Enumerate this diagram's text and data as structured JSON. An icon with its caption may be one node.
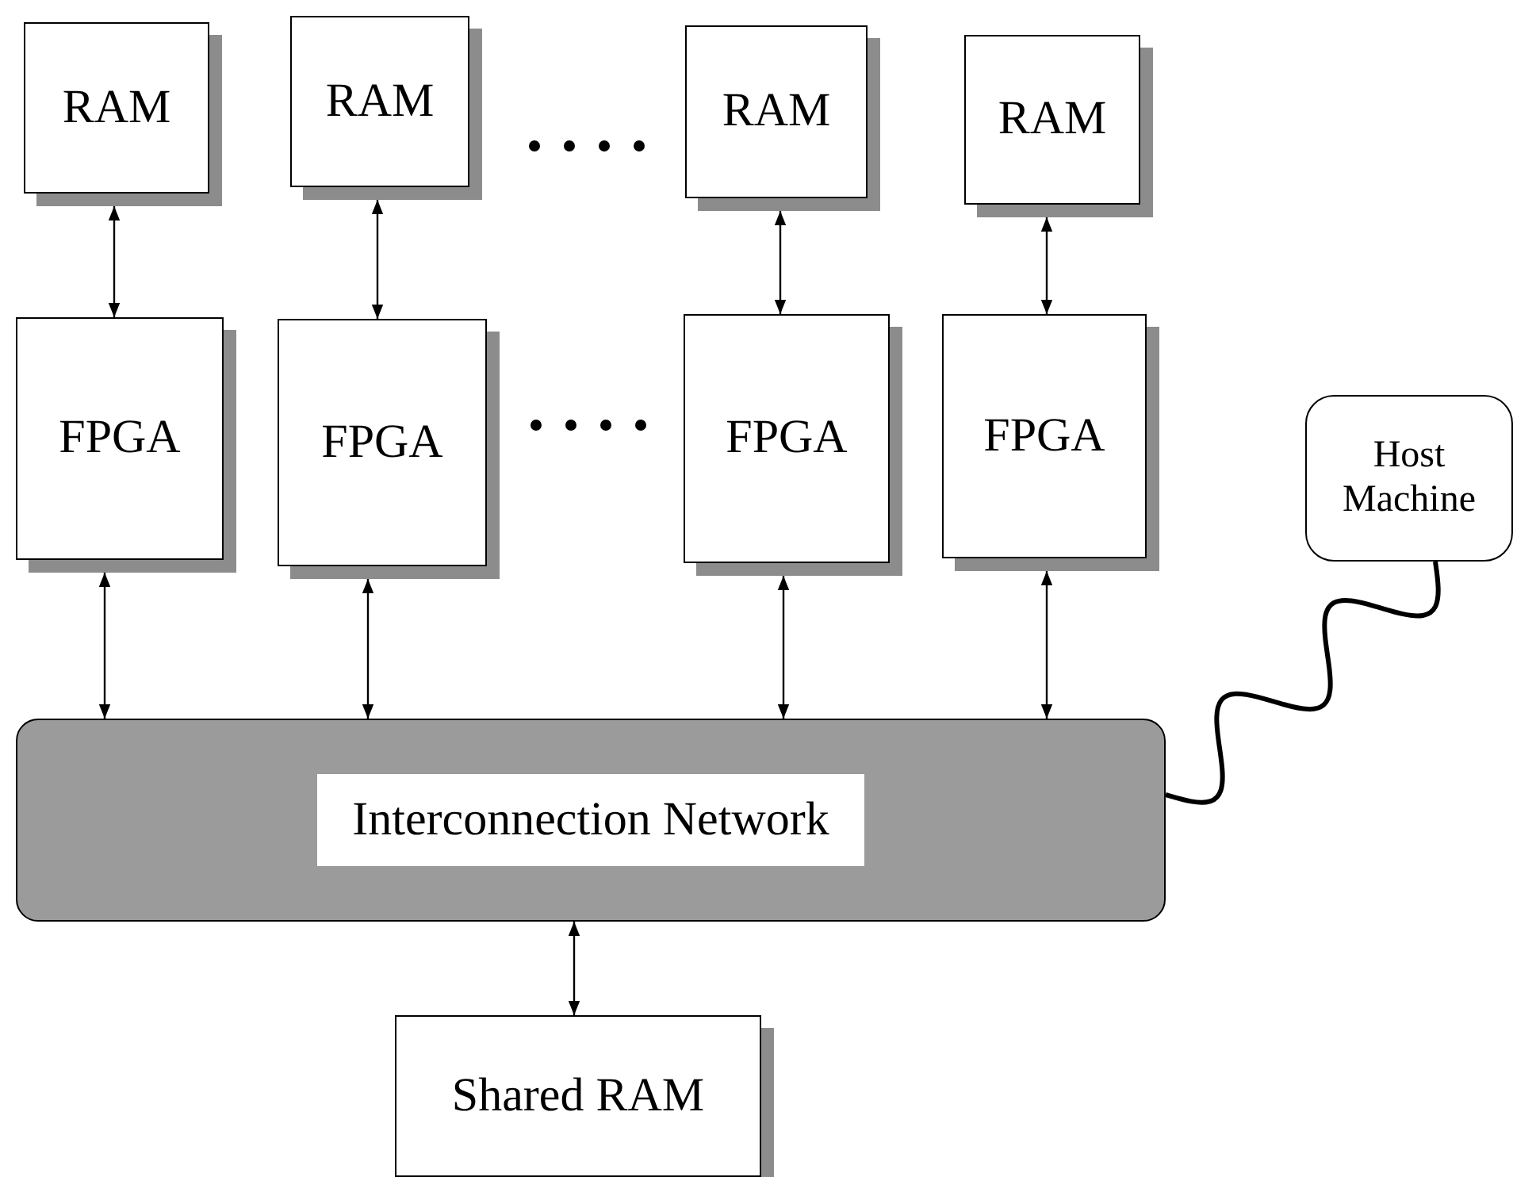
{
  "diagram": {
    "nodes": [
      {
        "text": [
          "RAM"
        ]
      },
      {
        "text": [
          "RAM"
        ]
      },
      {
        "text": [
          "RAM"
        ]
      },
      {
        "text": [
          "RAM"
        ]
      },
      {
        "text": [
          "FPGA"
        ]
      },
      {
        "text": [
          "FPGA"
        ]
      },
      {
        "text": [
          "FPGA"
        ]
      },
      {
        "text": [
          "FPGA"
        ]
      },
      {
        "text": [
          "Host Machine"
        ]
      },
      {
        "text": [
          "Interconnection Network"
        ]
      },
      {
        "text": [
          "Shared RAM"
        ]
      }
    ],
    "edges": [
      {
        "from": 0,
        "to": 4,
        "arrow": "both"
      },
      {
        "from": 1,
        "to": 5,
        "arrow": "both"
      },
      {
        "from": 2,
        "to": 6,
        "arrow": "both"
      },
      {
        "from": 3,
        "to": 7,
        "arrow": "both"
      },
      {
        "from": 4,
        "to": 9,
        "arrow": "both"
      },
      {
        "from": 5,
        "to": 9,
        "arrow": "both"
      },
      {
        "from": 6,
        "to": 9,
        "arrow": "both"
      },
      {
        "from": 7,
        "to": 9,
        "arrow": "both"
      },
      {
        "from": 9,
        "to": 10,
        "arrow": "both"
      },
      {
        "from": 9,
        "to": 8,
        "arrow": "none",
        "style": "thick"
      }
    ]
  }
}
